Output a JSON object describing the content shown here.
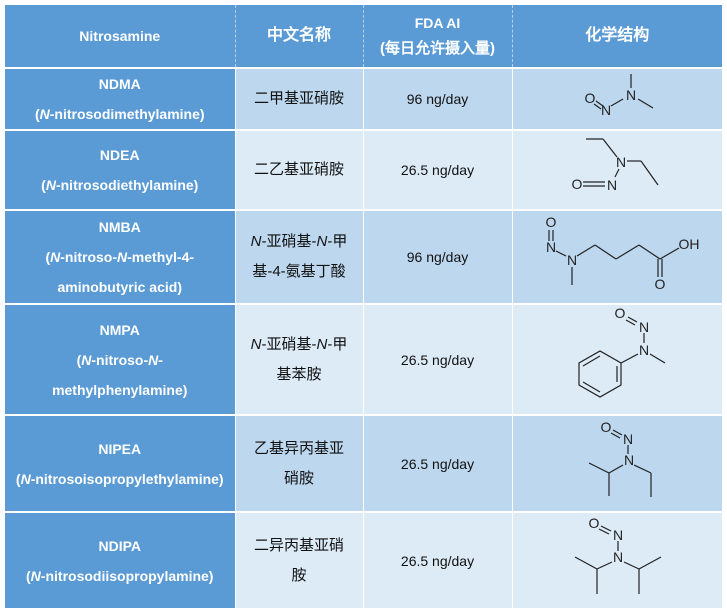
{
  "header": {
    "col1": "Nitrosamine",
    "col2": "中文名称",
    "col3_line1": "FDA AI",
    "col3_line2": "(每日允许摄入量)",
    "col4": "化学结构"
  },
  "atoms": {
    "O": "O",
    "N": "N",
    "OH": "OH"
  },
  "rows": [
    {
      "abbr": "NDMA",
      "full": [
        "(N-nitrosodimethylamine)"
      ],
      "cn": [
        "二甲基亚硝胺"
      ],
      "ai": "96 ng/day"
    },
    {
      "abbr": "NDEA",
      "full": [
        "(N-nitrosodiethylamine)"
      ],
      "cn": [
        "二乙基亚硝胺"
      ],
      "ai": "26.5 ng/day"
    },
    {
      "abbr": "NMBA",
      "full": [
        "(N-nitroso-N-methyl-4-",
        "aminobutyric acid)"
      ],
      "cn": [
        "N-亚硝基-N-甲",
        "基-4-氨基丁酸"
      ],
      "ai": "96 ng/day"
    },
    {
      "abbr": "NMPA",
      "full": [
        "(N-nitroso-N-",
        "methylphenylamine)"
      ],
      "cn": [
        "N-亚硝基-N-甲",
        "基苯胺"
      ],
      "ai": "26.5 ng/day"
    },
    {
      "abbr": "NIPEA",
      "full": [
        "(N-nitrosoisopropylethylamine)"
      ],
      "cn": [
        "乙基异丙基亚",
        "硝胺"
      ],
      "ai": "26.5 ng/day"
    },
    {
      "abbr": "NDIPA",
      "full": [
        "(N-nitrosodiisopropylamine)"
      ],
      "cn": [
        "二异丙基亚硝",
        "胺"
      ],
      "ai": "26.5 ng/day"
    }
  ]
}
